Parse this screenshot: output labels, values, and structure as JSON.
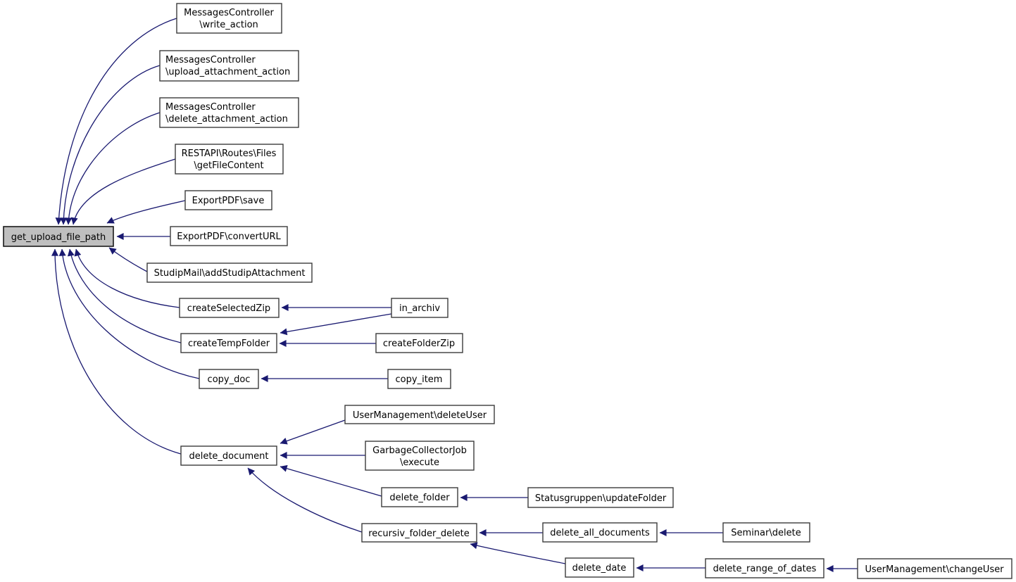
{
  "diagram": {
    "type": "doxygen-caller-graph",
    "focus_node": "get_upload_file_path",
    "colors": {
      "background": "#ffffff",
      "edge": "#191970",
      "node_border": "#3b3b3b",
      "node_fill": "#ffffff",
      "focus_node_fill": "#bfbfbf",
      "text": "#000000"
    },
    "nodes": {
      "write_action": {
        "line1": "MessagesController",
        "line2": "\\write_action"
      },
      "upload_attachment_action": {
        "line1": "MessagesController",
        "line2": "\\upload_attachment_action"
      },
      "delete_attachment_action": {
        "line1": "MessagesController",
        "line2": "\\delete_attachment_action"
      },
      "get_file_content": {
        "line1": "RESTAPI\\Routes\\Files",
        "line2": "\\getFileContent"
      },
      "exportpdf_save": {
        "label": "ExportPDF\\save"
      },
      "get_upload_file_path": {
        "label": "get_upload_file_path"
      },
      "exportpdf_converturl": {
        "label": "ExportPDF\\convertURL"
      },
      "studipmail_add_attachment": {
        "label": "StudipMail\\addStudipAttachment"
      },
      "create_selected_zip": {
        "label": "createSelectedZip"
      },
      "in_archiv": {
        "label": "in_archiv"
      },
      "create_temp_folder": {
        "label": "createTempFolder"
      },
      "create_folder_zip": {
        "label": "createFolderZip"
      },
      "copy_doc": {
        "label": "copy_doc"
      },
      "copy_item": {
        "label": "copy_item"
      },
      "um_delete_user": {
        "label": "UserManagement\\deleteUser"
      },
      "delete_document": {
        "label": "delete_document"
      },
      "gc_execute": {
        "line1": "GarbageCollectorJob",
        "line2": "\\execute"
      },
      "delete_folder": {
        "label": "delete_folder"
      },
      "statusgruppen_update_folder": {
        "label": "Statusgruppen\\updateFolder"
      },
      "recursiv_folder_delete": {
        "label": "recursiv_folder_delete"
      },
      "delete_all_documents": {
        "label": "delete_all_documents"
      },
      "seminar_delete": {
        "label": "Seminar\\delete"
      },
      "delete_date": {
        "label": "delete_date"
      },
      "delete_range_of_dates": {
        "label": "delete_range_of_dates"
      },
      "um_change_user": {
        "label": "UserManagement\\changeUser"
      }
    },
    "edges": [
      {
        "from": "MessagesController\\write_action",
        "to": "get_upload_file_path"
      },
      {
        "from": "MessagesController\\upload_attachment_action",
        "to": "get_upload_file_path"
      },
      {
        "from": "MessagesController\\delete_attachment_action",
        "to": "get_upload_file_path"
      },
      {
        "from": "RESTAPI\\Routes\\Files\\getFileContent",
        "to": "get_upload_file_path"
      },
      {
        "from": "ExportPDF\\save",
        "to": "get_upload_file_path"
      },
      {
        "from": "ExportPDF\\convertURL",
        "to": "get_upload_file_path"
      },
      {
        "from": "StudipMail\\addStudipAttachment",
        "to": "get_upload_file_path"
      },
      {
        "from": "createSelectedZip",
        "to": "get_upload_file_path"
      },
      {
        "from": "createTempFolder",
        "to": "get_upload_file_path"
      },
      {
        "from": "copy_doc",
        "to": "get_upload_file_path"
      },
      {
        "from": "delete_document",
        "to": "get_upload_file_path"
      },
      {
        "from": "in_archiv",
        "to": "createSelectedZip"
      },
      {
        "from": "in_archiv",
        "to": "createTempFolder"
      },
      {
        "from": "createFolderZip",
        "to": "createTempFolder"
      },
      {
        "from": "copy_item",
        "to": "copy_doc"
      },
      {
        "from": "UserManagement\\deleteUser",
        "to": "delete_document"
      },
      {
        "from": "GarbageCollectorJob\\execute",
        "to": "delete_document"
      },
      {
        "from": "delete_folder",
        "to": "delete_document"
      },
      {
        "from": "recursiv_folder_delete",
        "to": "delete_document"
      },
      {
        "from": "Statusgruppen\\updateFolder",
        "to": "delete_folder"
      },
      {
        "from": "delete_all_documents",
        "to": "recursiv_folder_delete"
      },
      {
        "from": "delete_date",
        "to": "recursiv_folder_delete"
      },
      {
        "from": "Seminar\\delete",
        "to": "delete_all_documents"
      },
      {
        "from": "delete_range_of_dates",
        "to": "delete_date"
      },
      {
        "from": "UserManagement\\changeUser",
        "to": "delete_range_of_dates"
      }
    ]
  }
}
